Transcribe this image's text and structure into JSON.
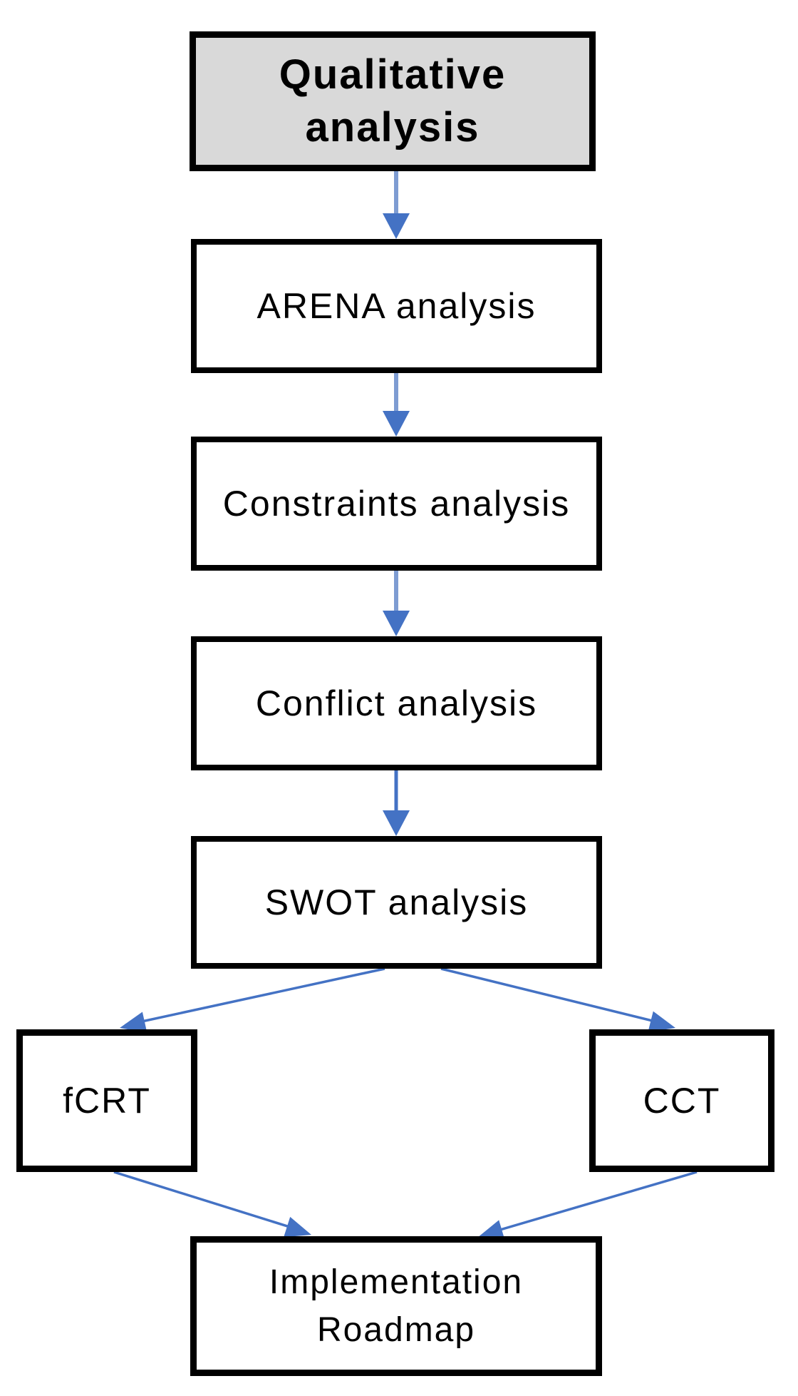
{
  "diagram": {
    "type": "flowchart",
    "nodes": [
      {
        "id": "qualitative",
        "label": "Qualitative analysis",
        "lines": [
          "Qualitative",
          "analysis"
        ],
        "emphasized": true,
        "fill": "#d9d9d9"
      },
      {
        "id": "arena",
        "label": "ARENA analysis",
        "lines": [
          "ARENA analysis"
        ],
        "emphasized": false,
        "fill": "#ffffff"
      },
      {
        "id": "constraints",
        "label": "Constraints analysis",
        "lines": [
          "Constraints analysis"
        ],
        "emphasized": false,
        "fill": "#ffffff"
      },
      {
        "id": "conflict",
        "label": "Conflict analysis",
        "lines": [
          "Conflict analysis"
        ],
        "emphasized": false,
        "fill": "#ffffff"
      },
      {
        "id": "swot",
        "label": "SWOT analysis",
        "lines": [
          "SWOT analysis"
        ],
        "emphasized": false,
        "fill": "#ffffff"
      },
      {
        "id": "fcrt",
        "label": "fCRT",
        "lines": [
          "fCRT"
        ],
        "emphasized": false,
        "fill": "#ffffff"
      },
      {
        "id": "cct",
        "label": "CCT",
        "lines": [
          "CCT"
        ],
        "emphasized": false,
        "fill": "#ffffff"
      },
      {
        "id": "implementation",
        "label": "Implementation Roadmap",
        "lines": [
          "Implementation",
          "Roadmap"
        ],
        "emphasized": false,
        "fill": "#ffffff"
      }
    ],
    "edges": [
      {
        "from": "qualitative",
        "to": "arena",
        "style": "vertical-arrow"
      },
      {
        "from": "arena",
        "to": "constraints",
        "style": "vertical-arrow"
      },
      {
        "from": "constraints",
        "to": "conflict",
        "style": "vertical-arrow"
      },
      {
        "from": "conflict",
        "to": "swot",
        "style": "vertical-arrow"
      },
      {
        "from": "swot",
        "to": "fcrt",
        "style": "diagonal-arrow"
      },
      {
        "from": "swot",
        "to": "cct",
        "style": "diagonal-arrow"
      },
      {
        "from": "fcrt",
        "to": "implementation",
        "style": "diagonal-arrow"
      },
      {
        "from": "cct",
        "to": "implementation",
        "style": "diagonal-arrow"
      }
    ],
    "colors": {
      "background": "#ffffff",
      "node_fill": "#ffffff",
      "highlight_fill": "#d9d9d9",
      "border": "#000000",
      "text": "#000000",
      "arrow_head": "#4472c4",
      "arrow_shaft_light": "#7e9cd2",
      "arrow_shaft_dark": "#4472c4"
    }
  }
}
